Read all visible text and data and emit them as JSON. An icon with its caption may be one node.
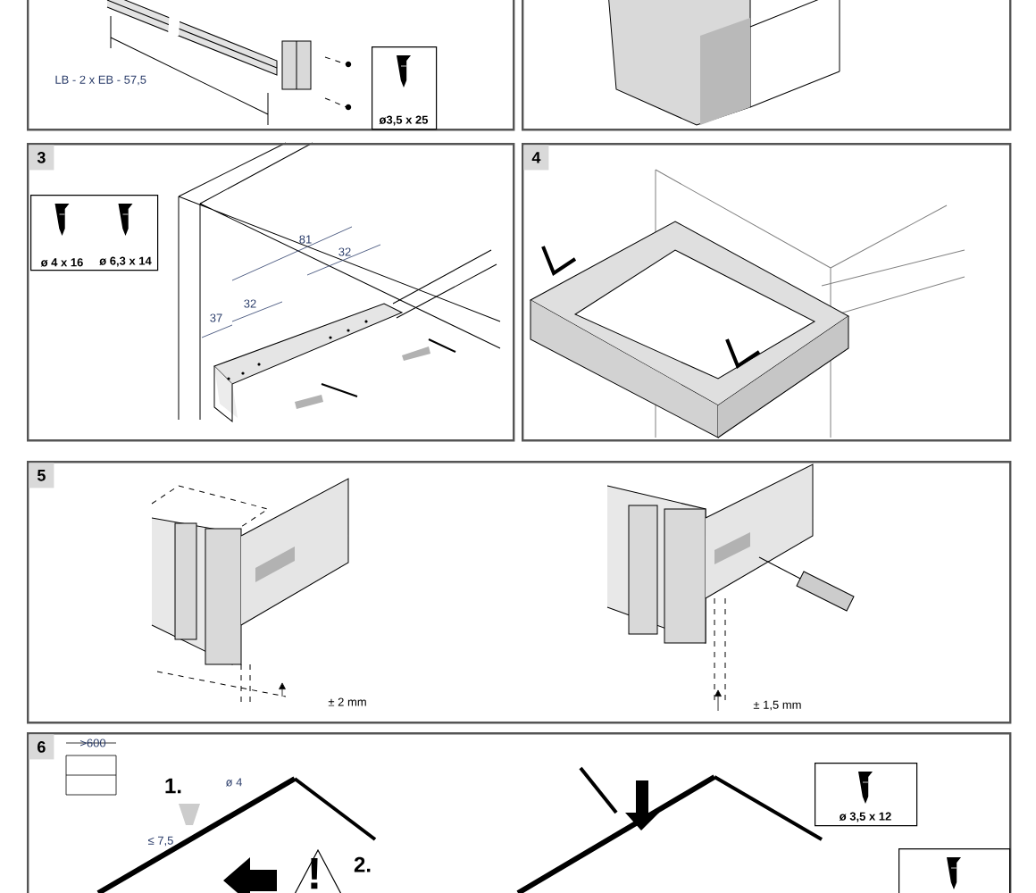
{
  "diagram": {
    "nodes": [
      {
        "text": [],
        "shape": "box"
      },
      {
        "text": [
          "ø3,5 x 25"
        ],
        "in": 0
      },
      {
        "text": [],
        "shape": "box"
      },
      {
        "text": [
          "3"
        ]
      },
      {
        "text": [
          "ø 4 x 16",
          "ø 6,3 x 14"
        ],
        "in": 3
      },
      {
        "text": [
          "4"
        ]
      },
      {
        "text": [
          "5"
        ]
      },
      {
        "text": [
          "6"
        ]
      },
      {
        "text": [
          "ø 3,5 x 12"
        ],
        "in": 7
      },
      {
        "text": [],
        "shape": "box",
        "in": 7
      }
    ],
    "edges": [],
    "labels": [
      "LB - 2 x EB - 57,5",
      "81",
      "32",
      "32",
      "37",
      "± 2 mm",
      "± 1,5 mm",
      ">600",
      "1.",
      "ø 4",
      "≤ 7,5",
      "2.",
      "!"
    ]
  }
}
